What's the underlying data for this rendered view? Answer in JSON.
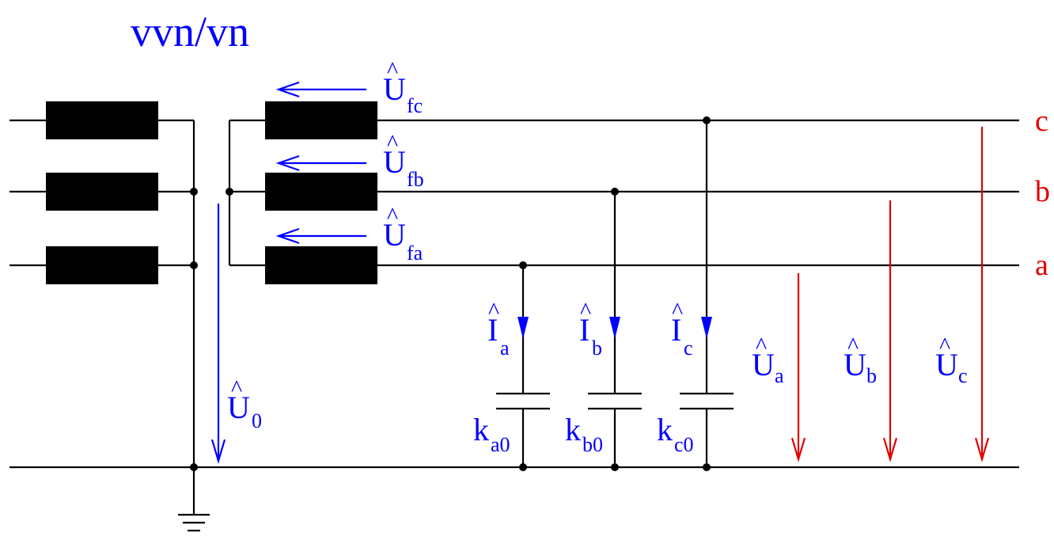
{
  "title": "vvn/vn",
  "colors": {
    "wire": "#000000",
    "annotation": "#0000ff",
    "voltage": "#e00000"
  },
  "phase_labels": {
    "c": "c",
    "b": "b",
    "a": "a"
  },
  "source_voltages": [
    {
      "symbol": "U",
      "subscript": "fc"
    },
    {
      "symbol": "U",
      "subscript": "fb"
    },
    {
      "symbol": "U",
      "subscript": "fa"
    }
  ],
  "neutral_voltage": {
    "symbol": "U",
    "subscript": "0"
  },
  "currents": [
    {
      "symbol": "I",
      "subscript": "a"
    },
    {
      "symbol": "I",
      "subscript": "b"
    },
    {
      "symbol": "I",
      "subscript": "c"
    }
  ],
  "capacitors": [
    {
      "symbol": "k",
      "subscript": "a0"
    },
    {
      "symbol": "k",
      "subscript": "b0"
    },
    {
      "symbol": "k",
      "subscript": "c0"
    }
  ],
  "phase_voltages": [
    {
      "symbol": "U",
      "subscript": "a"
    },
    {
      "symbol": "U",
      "subscript": "b"
    },
    {
      "symbol": "U",
      "subscript": "c"
    }
  ],
  "hat_glyph": "^"
}
